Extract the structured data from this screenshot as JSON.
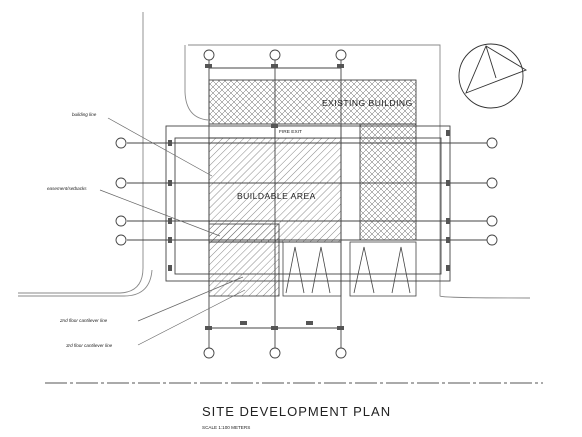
{
  "title": "SITE DEVELOPMENT PLAN",
  "scale": "SCALE 1:100 METERS",
  "areas": {
    "buildable": "BUILDABLE AREA",
    "existing": "EXISTING BUILDING",
    "fire_exit": "FIRE EXIT"
  },
  "annotations": {
    "building_line": "building line",
    "easement": "easement/setbacks",
    "cantilever_2nd": "2nd floor cantilever line",
    "cantilever_3rd": "3rd floor cantilever line"
  }
}
